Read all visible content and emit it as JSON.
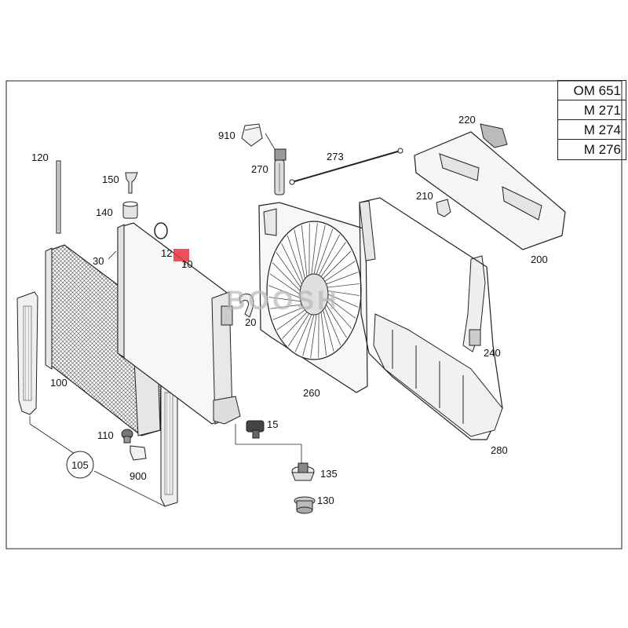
{
  "engine_codes": [
    "OM 651",
    "M 271",
    "M 274",
    "M 276"
  ],
  "watermark": "BOOSH",
  "highlight_color": "#e8323c",
  "callouts": {
    "c10": "10",
    "c12": "12",
    "c15": "15",
    "c20": "20",
    "c30": "30",
    "c100": "100",
    "c105": "105",
    "c110": "110",
    "c120": "120",
    "c130": "130",
    "c135": "135",
    "c140": "140",
    "c150": "150",
    "c200": "200",
    "c210": "210",
    "c220": "220",
    "c240": "240",
    "c260": "260",
    "c270": "270",
    "c273": "273",
    "c280": "280",
    "c900": "900",
    "c910": "910"
  }
}
